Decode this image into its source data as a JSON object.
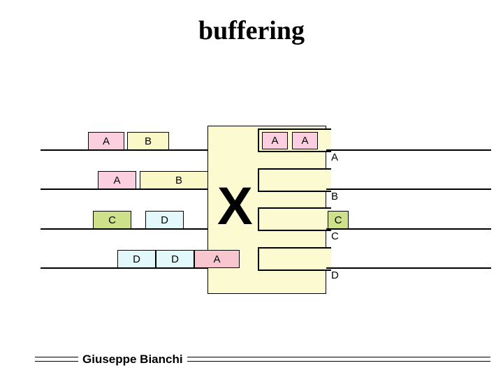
{
  "slide": {
    "title": "buffering",
    "background": "#ffffff"
  },
  "colors": {
    "pink": "#fbcfe0",
    "pink_light": "#f9d4e2",
    "pink_mid": "#f7c6ce",
    "yellow": "#fbf8c8",
    "yellow_pale": "#fcfacd",
    "green": "#cfe08a",
    "blue": "#e2f8fb",
    "switch_fill": "#fcfad0",
    "line": "#000000"
  },
  "diagram": {
    "switch": {
      "name": "switch-fabric",
      "cross_symbol": "X"
    },
    "inputs": [
      {
        "id": "input-line-1",
        "packets": [
          {
            "label": "A",
            "color": "#fbcfe0"
          },
          {
            "label": "B",
            "color": "#fbf8c8"
          }
        ]
      },
      {
        "id": "input-line-2",
        "packets": [
          {
            "label": "A",
            "color": "#fbcfe0"
          },
          {
            "label": "B",
            "color": "#fbf8c8"
          }
        ]
      },
      {
        "id": "input-line-3",
        "packets": [
          {
            "label": "C",
            "color": "#cfe08a"
          },
          {
            "label": "D",
            "color": "#e2f8fb"
          }
        ]
      },
      {
        "id": "input-line-4",
        "packets": [
          {
            "label": "D",
            "color": "#e2f8fb"
          },
          {
            "label": "D",
            "color": "#e2f8fb"
          },
          {
            "label": "A",
            "color": "#f7c6ce"
          }
        ]
      }
    ],
    "output_queues": [
      {
        "id": "output-queue-1",
        "packets": [
          {
            "label": "A",
            "color": "#fbcfe0"
          },
          {
            "label": "A",
            "color": "#fbcfe0"
          }
        ]
      },
      {
        "id": "output-queue-2",
        "packets": []
      },
      {
        "id": "output-queue-3",
        "packets": []
      },
      {
        "id": "output-queue-4",
        "packets": []
      }
    ],
    "outputs": [
      {
        "id": "output-line-1",
        "label": "A"
      },
      {
        "id": "output-line-2",
        "label": "B"
      },
      {
        "id": "output-line-3",
        "label": "C",
        "packet": {
          "label": "C",
          "color": "#cfe08a"
        }
      },
      {
        "id": "output-line-4",
        "label": "D"
      }
    ]
  },
  "footer": {
    "author": "Giuseppe Bianchi"
  }
}
